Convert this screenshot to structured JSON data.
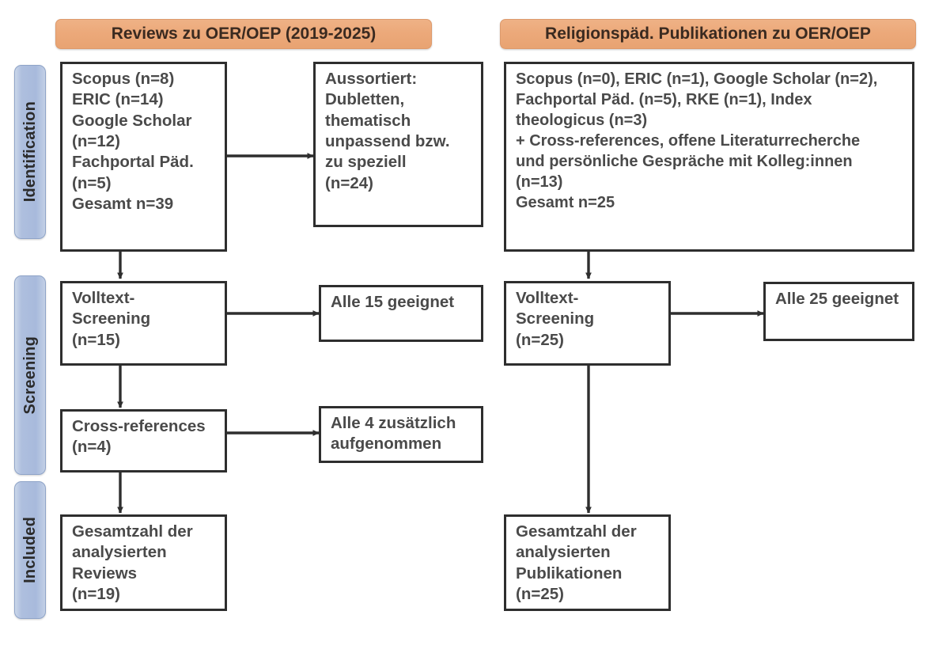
{
  "diagram": {
    "type": "prisma-flow-diagram",
    "title_bars": [
      {
        "id": "left-header",
        "label": "Reviews zu OER/OEP (2019-2025)"
      },
      {
        "id": "right-header",
        "label": "Religionspäd. Publikationen zu OER/OEP"
      }
    ],
    "stage_labels": [
      {
        "id": "identification",
        "label": "Identification"
      },
      {
        "id": "screening",
        "label": "Screening"
      },
      {
        "id": "included",
        "label": "Included"
      }
    ],
    "colors": {
      "stage_bar": "#AEBFDE",
      "header_bar": "#ECA97A",
      "box_border": "#2E2E2E",
      "box_fill": "#FFFFFF",
      "text": "#4A4A4A",
      "arrow": "#2E2E2E"
    },
    "boxes": {
      "left_sources": "Scopus (n=8)\nERIC (n=14)\nGoogle Scholar\n(n=12)\nFachportal Päd.\n(n=5)\nGesamt n=39",
      "left_excluded": "Aussortiert:\nDubletten,\nthematisch\nunpassend bzw.\nzu speziell\n(n=24)",
      "right_sources": "Scopus (n=0), ERIC (n=1), Google Scholar (n=2),\nFachportal Päd. (n=5), RKE (n=1), Index\ntheologicus (n=3)\n+ Cross-references, offene Literaturrecherche\nund persönliche Gespräche mit Kolleg:innen\n(n=13)\nGesamt n=25",
      "left_fulltext": "Volltext-\nScreening\n(n=15)",
      "left_fulltext_result": "Alle 15 geeignet",
      "right_fulltext": "Volltext-\nScreening\n(n=25)",
      "right_fulltext_result": "Alle 25 geeignet",
      "left_crossrefs": "Cross-references\n(n=4)",
      "left_crossrefs_result": "Alle 4 zusätzlich\naufgenommen",
      "left_included": "Gesamtzahl der\nanalysierten\nReviews\n(n=19)",
      "right_included": "Gesamtzahl der\nanalysierten\nPublikationen\n(n=25)"
    },
    "counts": {
      "left_scopus": 8,
      "left_eric": 14,
      "left_google_scholar": 12,
      "left_fachportal": 5,
      "left_total": 39,
      "left_excluded": 24,
      "left_fulltext": 15,
      "left_fulltext_eligible": 15,
      "left_crossrefs": 4,
      "left_crossrefs_added": 4,
      "left_included": 19,
      "right_scopus": 0,
      "right_eric": 1,
      "right_google_scholar": 2,
      "right_fachportal": 5,
      "right_rke": 1,
      "right_index_theologicus": 3,
      "right_other_sources": 13,
      "right_total": 25,
      "right_fulltext": 25,
      "right_fulltext_eligible": 25,
      "right_included": 25
    }
  }
}
